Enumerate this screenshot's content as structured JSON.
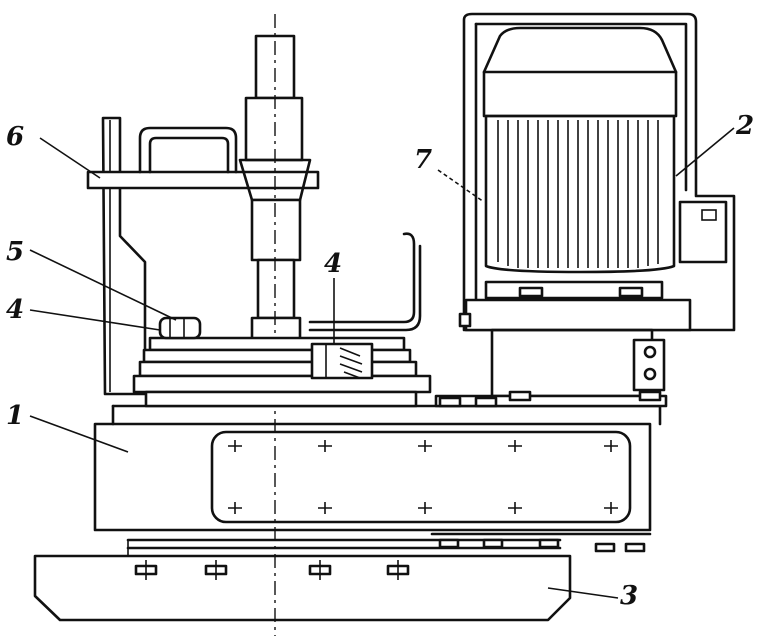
{
  "labels": {
    "base_body": "1",
    "motor": "2",
    "foundation_plate": "3",
    "gear_left": "4",
    "gear_mid": "4",
    "shaft_part": "5",
    "crossbar": "6",
    "motor_cover": "7"
  },
  "colors": {
    "ink": "#111111",
    "paper": "#ffffff"
  }
}
